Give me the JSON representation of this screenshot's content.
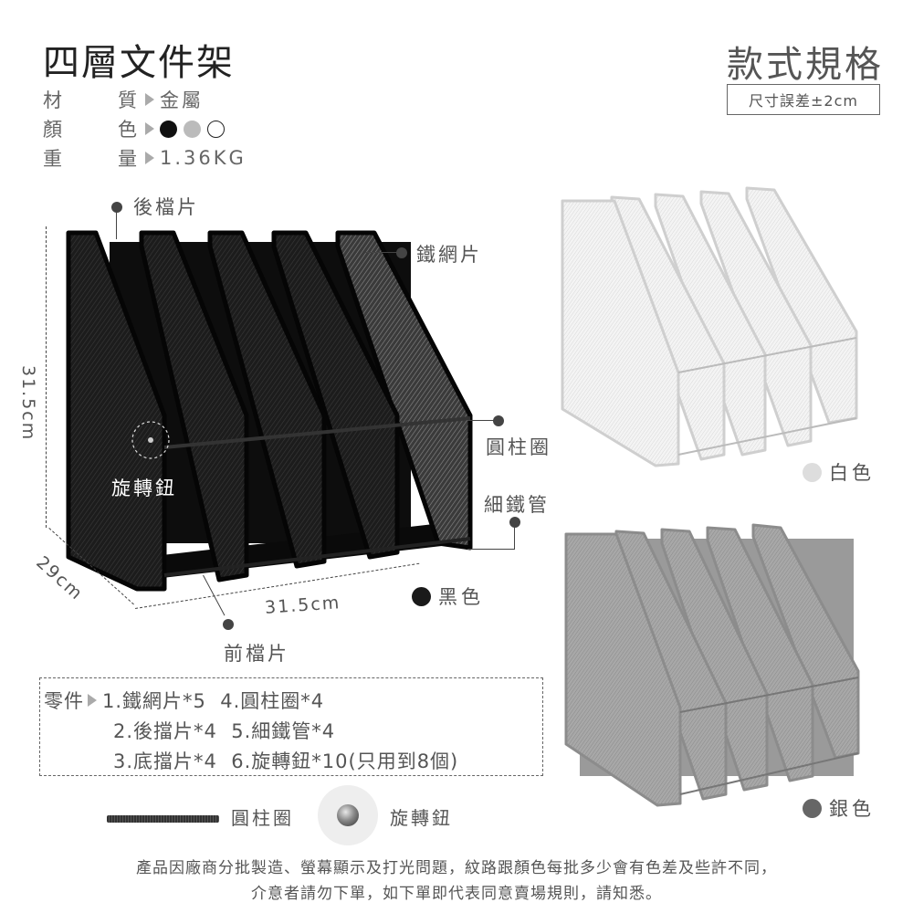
{
  "header": {
    "product_title": "四層文件架",
    "spec_title": "款式規格",
    "tolerance_note": "尺寸誤差±2cm"
  },
  "specs": [
    {
      "key_left": "材",
      "key_right": "質",
      "value": "金屬",
      "icon": "triangle-right-icon"
    },
    {
      "key_left": "顏",
      "key_right": "色",
      "value": "",
      "icon": "triangle-right-icon",
      "swatches": [
        "#111111",
        "#bbbbbb",
        "#ffffff"
      ]
    },
    {
      "key_left": "重",
      "key_right": "量",
      "value": "1.36KG",
      "icon": "triangle-right-icon"
    }
  ],
  "black_organizer": {
    "callouts": {
      "back_panel": "後檔片",
      "mesh_panel": "鐵網片",
      "cylinder_ring": "圓柱圈",
      "thin_rod": "細鐵管",
      "rotary_knob": "旋轉鈕",
      "front_panel": "前檔片"
    },
    "dimensions": {
      "height": "31.5cm",
      "depth": "29cm",
      "width": "31.5cm"
    },
    "color_label": "黑色",
    "color_hex": "#1a1a1a"
  },
  "variants": [
    {
      "label": "白色",
      "color_hex": "#dddddd"
    },
    {
      "label": "銀色",
      "color_hex": "#666666"
    }
  ],
  "parts": {
    "label": "零件",
    "lines": [
      "1.鐵網片*5  4.圓柱圈*4",
      "2.後擋片*4  5.細鐵管*4",
      "3.底擋片*4  6.旋轉鈕*10(只用到8個)"
    ]
  },
  "accessories": [
    {
      "label": "圓柱圈",
      "icon": "threaded-rod-icon"
    },
    {
      "label": "旋轉鈕",
      "icon": "knob-screw-icon"
    }
  ],
  "footer": {
    "line1": "產品因廠商分批製造、螢幕顯示及打光問題，紋路跟顏色每批多少會有色差及些許不同，",
    "line2": "介意者請勿下單，如下單即代表同意賣場規則，請知悉。"
  }
}
